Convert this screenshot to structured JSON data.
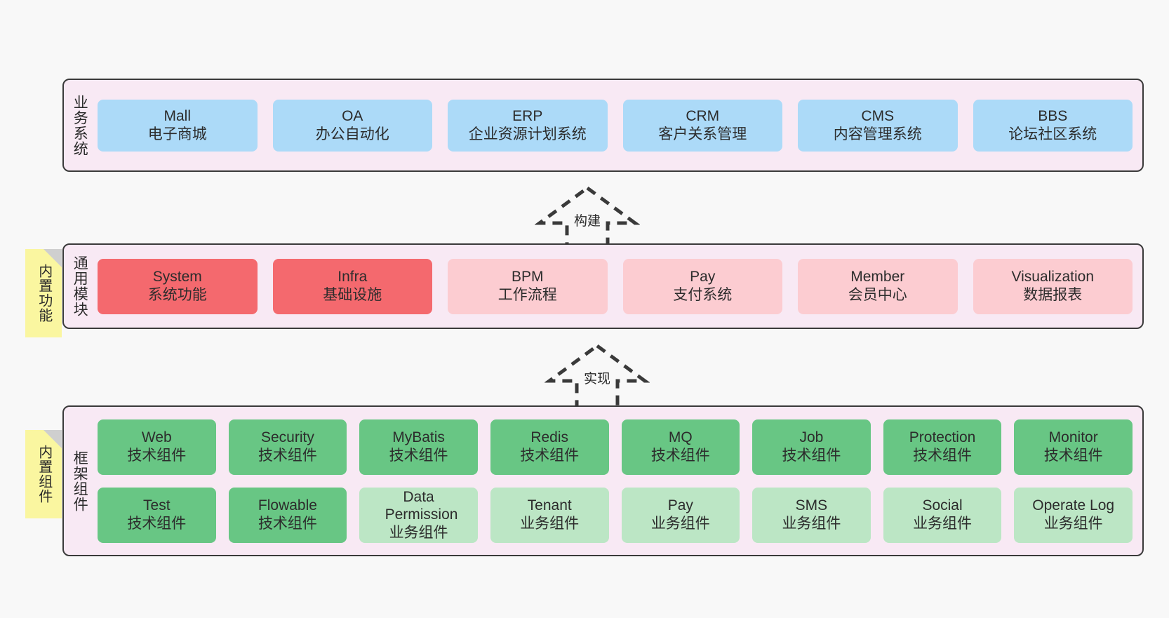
{
  "diagram": {
    "background": "#F8F8F8",
    "container_fill": "#F8E9F4",
    "container_stroke": "#3A3A3A",
    "note_fill": "#FAF6A0",
    "colors": {
      "blue": "#ACDAF8",
      "red": "#F4696E",
      "red_light": "#FCCCD1",
      "green": "#68C684",
      "green_light": "#BCE6C5"
    }
  },
  "layers": [
    {
      "key": "business",
      "title": "业务系统",
      "rows": [
        [
          {
            "name": "Mall",
            "desc": "电子商城"
          },
          {
            "name": "OA",
            "desc": "办公自动化"
          },
          {
            "name": "ERP",
            "desc": "企业资源计划系统"
          },
          {
            "name": "CRM",
            "desc": "客户关系管理"
          },
          {
            "name": "CMS",
            "desc": "内容管理系统"
          },
          {
            "name": "BBS",
            "desc": "论坛社区系统"
          }
        ]
      ]
    },
    {
      "key": "common",
      "title": "通用模块",
      "note": "内置功能",
      "rows": [
        [
          {
            "name": "System",
            "desc": "系统功能"
          },
          {
            "name": "Infra",
            "desc": "基础设施"
          },
          {
            "name": "BPM",
            "desc": "工作流程"
          },
          {
            "name": "Pay",
            "desc": "支付系统"
          },
          {
            "name": "Member",
            "desc": "会员中心"
          },
          {
            "name": "Visualization",
            "desc": "数据报表"
          }
        ]
      ]
    },
    {
      "key": "framework",
      "title": "框架组件",
      "note": "内置组件",
      "rows": [
        [
          {
            "name": "Web",
            "desc": "技术组件"
          },
          {
            "name": "Security",
            "desc": "技术组件"
          },
          {
            "name": "MyBatis",
            "desc": "技术组件"
          },
          {
            "name": "Redis",
            "desc": "技术组件"
          },
          {
            "name": "MQ",
            "desc": "技术组件"
          },
          {
            "name": "Job",
            "desc": "技术组件"
          },
          {
            "name": "Protection",
            "desc": "技术组件"
          },
          {
            "name": "Monitor",
            "desc": "技术组件"
          }
        ],
        [
          {
            "name": "Test",
            "desc": "技术组件"
          },
          {
            "name": "Flowable",
            "desc": "技术组件"
          },
          {
            "name": "Data Permission",
            "desc": "业务组件"
          },
          {
            "name": "Tenant",
            "desc": "业务组件"
          },
          {
            "name": "Pay",
            "desc": "业务组件"
          },
          {
            "name": "SMS",
            "desc": "业务组件"
          },
          {
            "name": "Social",
            "desc": "业务组件"
          },
          {
            "name": "Operate Log",
            "desc": "业务组件"
          }
        ]
      ]
    }
  ],
  "connectors": [
    {
      "key": "build",
      "label": "构建"
    },
    {
      "key": "implement",
      "label": "实现"
    }
  ]
}
